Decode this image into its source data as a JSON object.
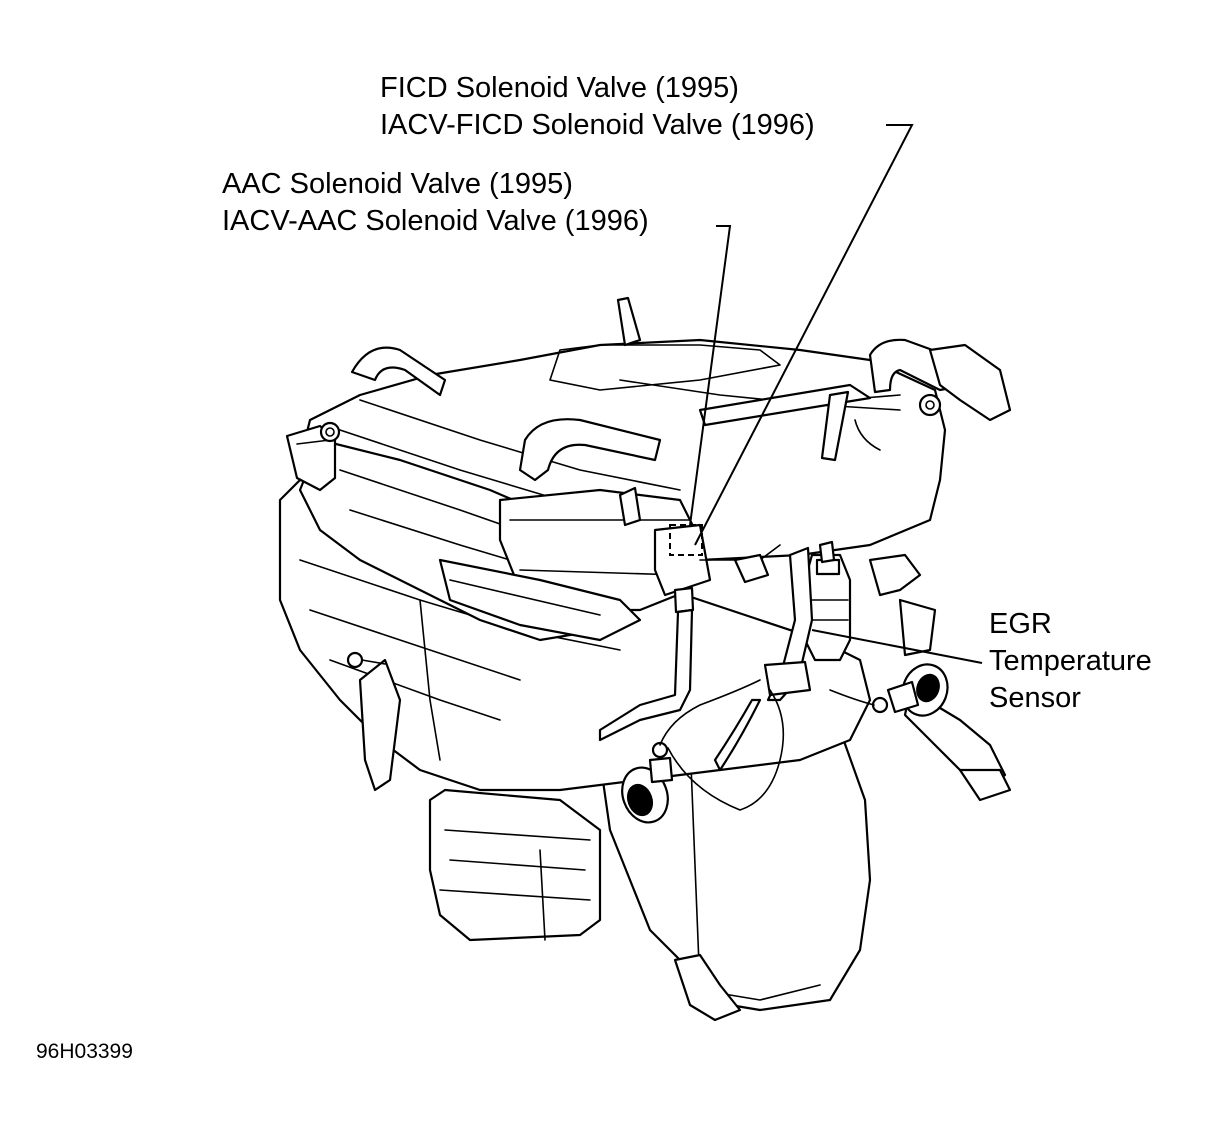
{
  "callouts": {
    "ficd": {
      "line1": "FICD Solenoid Valve (1995)",
      "line2": "IACV-FICD Solenoid Valve (1996)"
    },
    "aac": {
      "line1": "AAC Solenoid Valve (1995)",
      "line2": "IACV-AAC Solenoid Valve (1996)"
    },
    "egr": {
      "line1": "EGR",
      "line2": "Temperature",
      "line3": "Sensor"
    }
  },
  "figure_id": "96H03399"
}
